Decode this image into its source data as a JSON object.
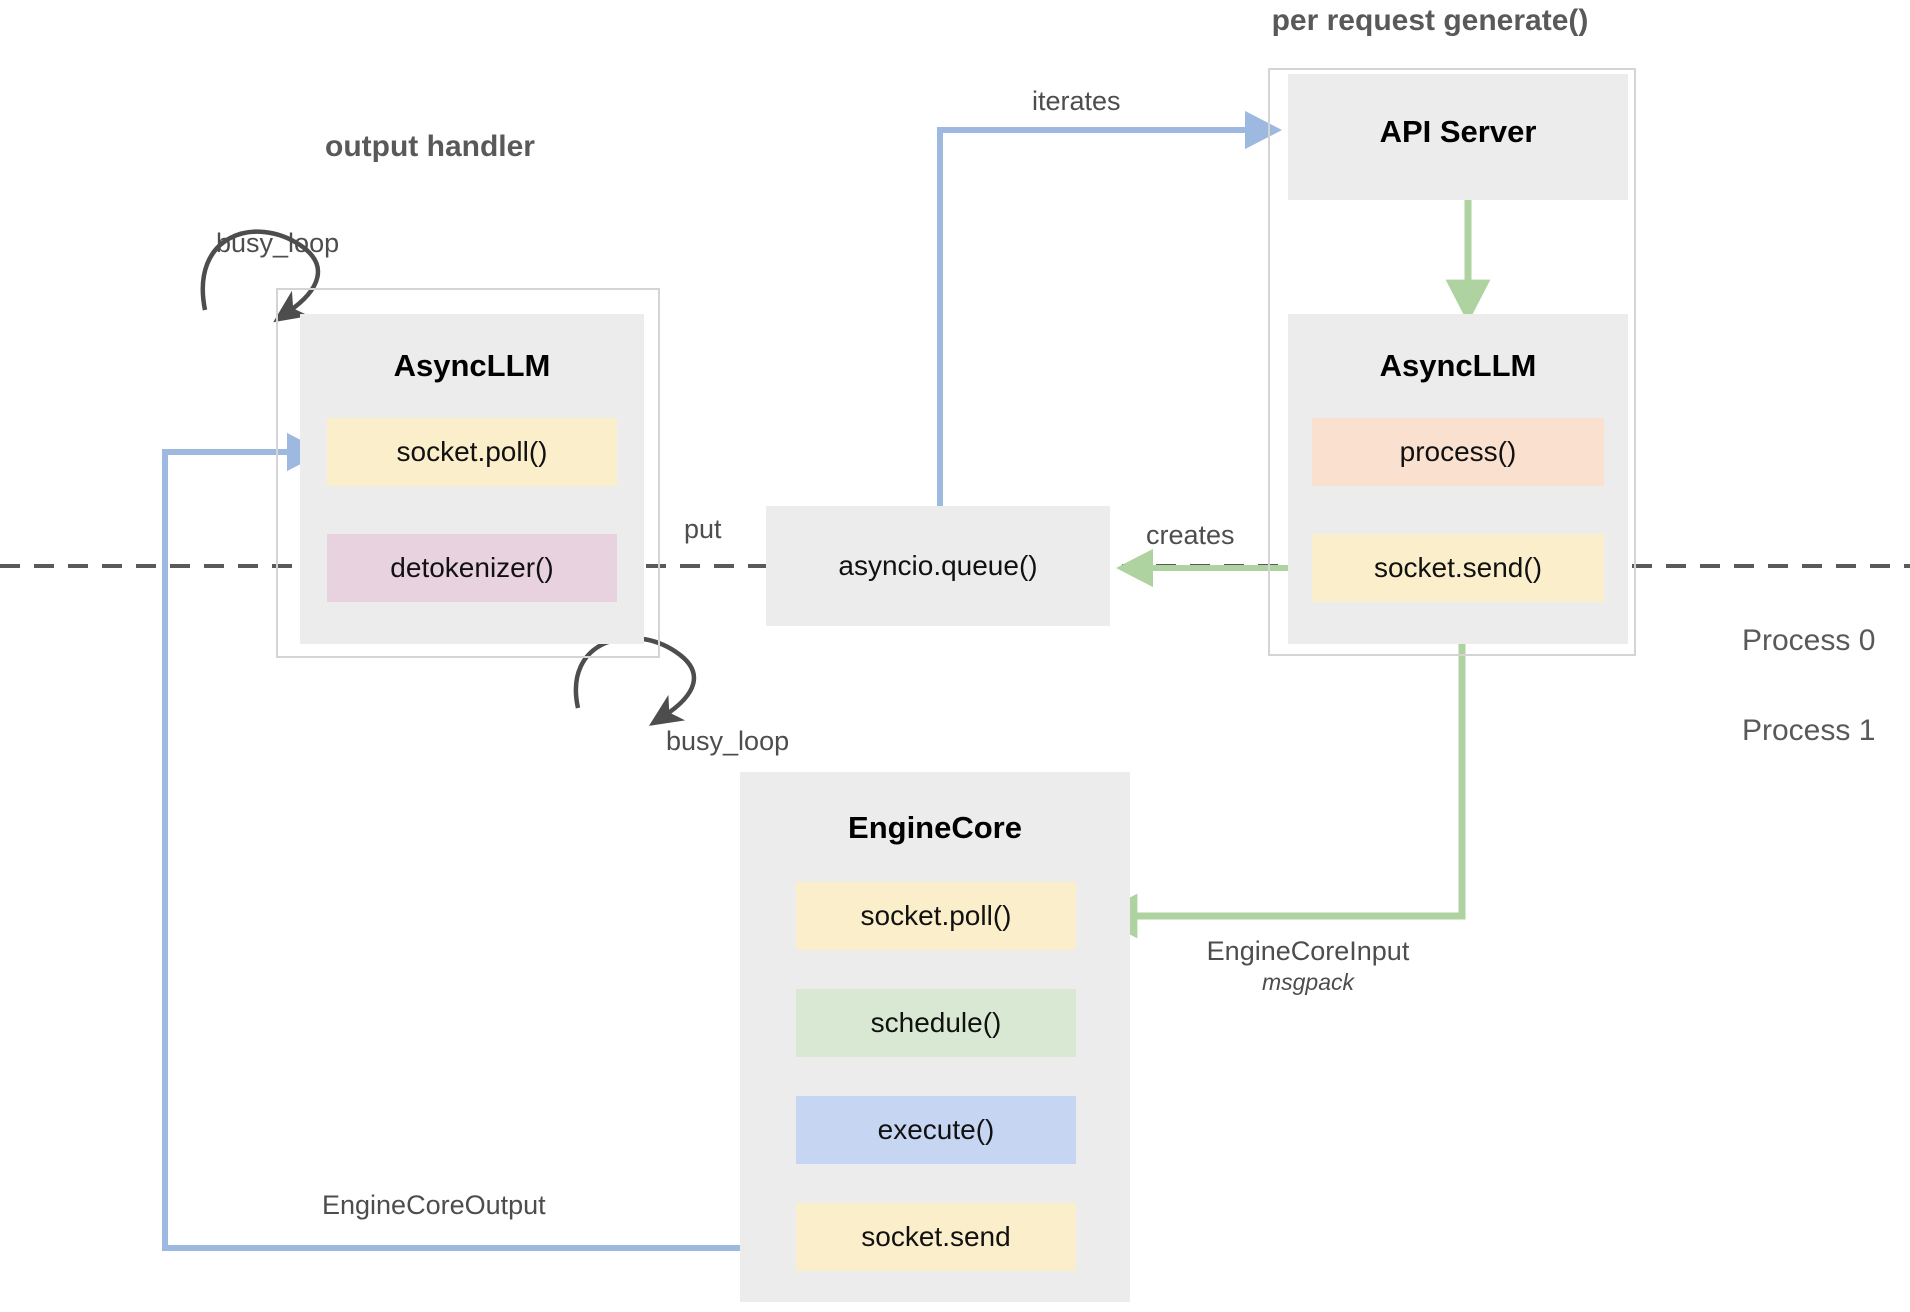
{
  "diagram": {
    "title_output_handler": "output handler",
    "title_per_request": "per request generate()",
    "process_labels": {
      "top": "Process 0",
      "bottom": "Process 1"
    },
    "colors": {
      "blue_arrow": "#9DB9E0",
      "green_arrow": "#AED3A0",
      "black_arrow": "#4D4D4D",
      "box_grey": "#ECECEC",
      "frame_grey": "#D4D4D4",
      "chip_yellow": "#FBEECA",
      "chip_pink": "#E8D2E0",
      "chip_peach": "#F9E0CF",
      "chip_green": "#D8E8D2",
      "chip_blue": "#C6D6F2",
      "title_grey": "#595959",
      "divider_grey": "#5A5A5A"
    },
    "nodes": {
      "async_llm_left": {
        "title": "AsyncLLM",
        "chips": [
          {
            "label": "socket.poll()",
            "style": "yellow"
          },
          {
            "label": "detokenizer()",
            "style": "pink"
          }
        ]
      },
      "api_server": {
        "title": "API Server"
      },
      "async_llm_right": {
        "title": "AsyncLLM",
        "chips": [
          {
            "label": "process()",
            "style": "peach"
          },
          {
            "label": "socket.send()",
            "style": "yellow"
          }
        ]
      },
      "asyncio_queue": {
        "label": "asyncio.queue()"
      },
      "engine_core": {
        "title": "EngineCore",
        "chips": [
          {
            "label": "socket.poll()",
            "style": "yellow"
          },
          {
            "label": "schedule()",
            "style": "green"
          },
          {
            "label": "execute()",
            "style": "blue"
          },
          {
            "label": "socket.send",
            "style": "yellow"
          }
        ]
      }
    },
    "edges": {
      "busy_loop_top": "busy_loop",
      "busy_loop_bottom": "busy_loop",
      "iterates": "iterates",
      "put": "put",
      "creates": "creates",
      "engine_core_input": "EngineCoreInput",
      "engine_core_input_sub": "msgpack",
      "engine_core_output": "EngineCoreOutput"
    }
  }
}
